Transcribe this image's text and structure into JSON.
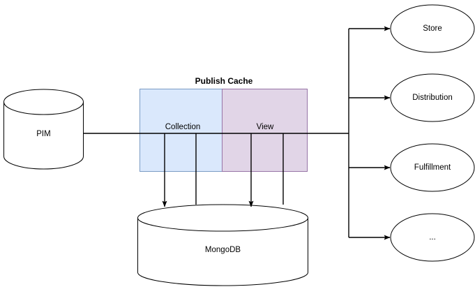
{
  "diagram": {
    "title_visible": false,
    "colors": {
      "collection_fill": "#dae8fc",
      "collection_stroke": "#7a9bc4",
      "view_fill": "#e1d5e7",
      "view_stroke": "#9673a6",
      "shape_stroke": "#000000",
      "connector_stroke": "#000000",
      "background": "#ffffff",
      "text": "#000000"
    },
    "nodes": {
      "pim": {
        "label": "PIM",
        "shape": "cylinder"
      },
      "mongodb": {
        "label": "MongoDB",
        "shape": "cylinder"
      },
      "publish_cache": {
        "label": "Publish Cache",
        "shape": "group-title",
        "segments": [
          {
            "label": "Collection",
            "shape": "rectangle",
            "fill": "#dae8fc"
          },
          {
            "label": "View",
            "shape": "rectangle",
            "fill": "#e1d5e7"
          }
        ]
      },
      "consumers": [
        {
          "label": "Store",
          "shape": "ellipse"
        },
        {
          "label": "Distribution",
          "shape": "ellipse"
        },
        {
          "label": "Fulfillment",
          "shape": "ellipse"
        },
        {
          "label": "...",
          "shape": "ellipse"
        }
      ]
    },
    "edges": [
      {
        "from": "pim",
        "to": "publish_cache",
        "arrow": false
      },
      {
        "from": "collection",
        "to": "mongodb",
        "arrow": true
      },
      {
        "from": "mongodb",
        "to": "collection",
        "arrow": false
      },
      {
        "from": "view",
        "to": "mongodb",
        "arrow": true
      },
      {
        "from": "mongodb",
        "to": "view",
        "arrow": false
      },
      {
        "from": "publish_cache",
        "to": "Store",
        "arrow": true
      },
      {
        "from": "publish_cache",
        "to": "Distribution",
        "arrow": true
      },
      {
        "from": "publish_cache",
        "to": "Fulfillment",
        "arrow": true
      },
      {
        "from": "publish_cache",
        "to": "...",
        "arrow": true
      }
    ]
  }
}
